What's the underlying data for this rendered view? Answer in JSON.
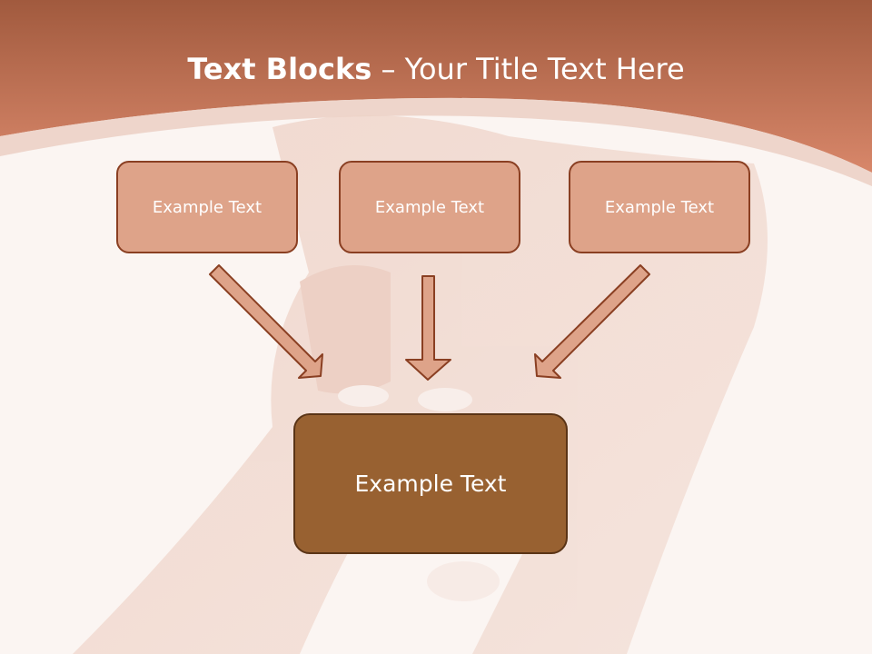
{
  "slide": {
    "title_bold": "Text Blocks",
    "title_rest": " – Your Title Text Here",
    "boxes": [
      {
        "label": "Example Text"
      },
      {
        "label": "Example Text"
      },
      {
        "label": "Example Text"
      }
    ],
    "target_box": {
      "label": "Example Text"
    }
  },
  "colors": {
    "header": "#c8775a",
    "box_fill": "#dea389",
    "box_border": "#8a3f22",
    "target_fill": "#986131",
    "background": "#fbf5f2"
  }
}
